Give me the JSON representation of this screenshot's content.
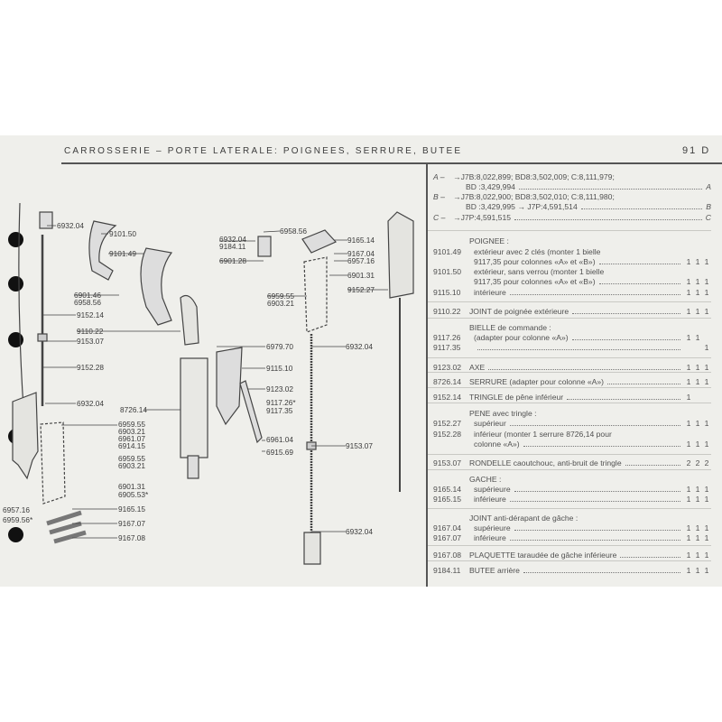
{
  "header": {
    "title": "CARROSSERIE  –  PORTE LATERALE: POIGNEES, SERRURE, BUTEE",
    "page": "91 D"
  },
  "variants": [
    {
      "key": "A –",
      "line1": "J7B:8,022,899; BD8:3,502,009; C:8,111,979;",
      "line2": "BD :3,429,994",
      "end": "A"
    },
    {
      "key": "B –",
      "line1": "J7B:8,022,900; BD8:3,502,010; C:8,111,980;",
      "line2": "BD :3,429,995 → J7P:4,591,514",
      "end": "B"
    },
    {
      "key": "C –",
      "line1": "J7P:4,591,515",
      "end": "C"
    }
  ],
  "parts": [
    {
      "code": "",
      "text": "POIGNEE :"
    },
    {
      "code": "9101.49",
      "text": "extérieur avec 2 clés (monter 1 bielle"
    },
    {
      "code": "",
      "text": "9117,35 pour colonnes «A» et «B»)",
      "q": [
        "1",
        "1",
        "1"
      ]
    },
    {
      "code": "9101.50",
      "text": "extérieur, sans verrou (monter 1 bielle"
    },
    {
      "code": "",
      "text": "9117,35 pour colonnes «A» et «B»)",
      "q": [
        "1",
        "1",
        "1"
      ]
    },
    {
      "code": "9115.10",
      "text": "intérieure",
      "q": [
        "1",
        "1",
        "1"
      ]
    },
    {
      "code": "9110.22",
      "text": "JOINT de poignée extérieure",
      "q": [
        "1",
        "1",
        "1"
      ]
    },
    {
      "code": "",
      "text": "BIELLE de commande :"
    },
    {
      "code": "9117.26",
      "text": "(adapter pour colonne «A»)",
      "q": [
        "1",
        "1",
        ""
      ]
    },
    {
      "code": "9117.35",
      "text": "",
      "q": [
        "",
        "",
        "1"
      ]
    },
    {
      "code": "9123.02",
      "text": "AXE",
      "q": [
        "1",
        "1",
        "1"
      ]
    },
    {
      "code": "8726.14",
      "text": "SERRURE (adapter pour colonne «A»)",
      "q": [
        "1",
        "1",
        "1"
      ]
    },
    {
      "code": "9152.14",
      "text": "TRINGLE de pêne inférieur",
      "q": [
        "1",
        "",
        ""
      ]
    },
    {
      "code": "",
      "text": "PENE avec tringle :"
    },
    {
      "code": "9152.27",
      "text": "supérieur",
      "q": [
        "1",
        "1",
        "1"
      ]
    },
    {
      "code": "9152.28",
      "text": "inférieur (monter 1 serrure 8726,14 pour"
    },
    {
      "code": "",
      "text": "colonne «A»)",
      "q": [
        "1",
        "1",
        "1"
      ]
    },
    {
      "code": "9153.07",
      "text": "RONDELLE caoutchouc, anti-bruit de tringle",
      "q": [
        "2",
        "2",
        "2"
      ]
    },
    {
      "code": "",
      "text": "GACHE :"
    },
    {
      "code": "9165.14",
      "text": "supérieure",
      "q": [
        "1",
        "1",
        "1"
      ]
    },
    {
      "code": "9165.15",
      "text": "inférieure",
      "q": [
        "1",
        "1",
        "1"
      ]
    },
    {
      "code": "",
      "text": "JOINT anti-dérapant de gâche :"
    },
    {
      "code": "9167.04",
      "text": "supérieure",
      "q": [
        "1",
        "1",
        "1"
      ]
    },
    {
      "code": "9167.07",
      "text": "inférieure",
      "q": [
        "1",
        "1",
        "1"
      ]
    },
    {
      "code": "9167.08",
      "text": "PLAQUETTE taraudée de gâche inférieure",
      "q": [
        "1",
        "1",
        "1"
      ]
    },
    {
      "code": "9184.11",
      "text": "BUTEE arrière",
      "q": [
        "1",
        "1",
        "1"
      ]
    }
  ],
  "labels": [
    "6932.04",
    "9101.50",
    "9101.49",
    "6901.46",
    "6958.56",
    "9152.14",
    "9110.22",
    "9153.07",
    "9152.28",
    "6932.04",
    "8726.14",
    "6959.55",
    "6903.21",
    "6961.07",
    "6914.15",
    "6959.55",
    "6903.21",
    "6901.31",
    "6905.53*",
    "6957.16",
    "6959.56*",
    "9165.15",
    "9167.07",
    "9167.08",
    "6932.04",
    "9184.11",
    "6958.56",
    "6901.28",
    "6959.55",
    "6903.21",
    "6979.70",
    "9115.10",
    "9123.02",
    "9117.26*",
    "9117.35",
    "6961.04",
    "6915.69",
    "9165.14",
    "9167.04",
    "6957.16",
    "6901.31",
    "9152.27",
    "6932.04",
    "9153.07",
    "6932.04"
  ]
}
